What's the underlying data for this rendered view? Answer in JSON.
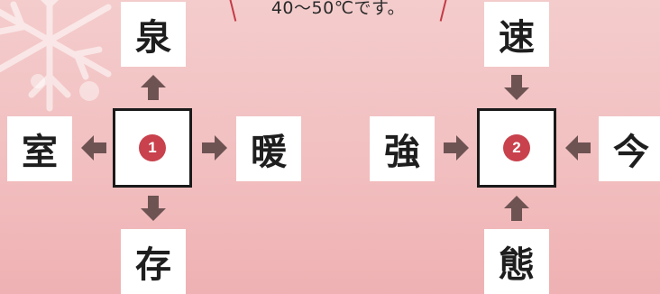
{
  "hint_text": "40〜50℃です。",
  "colors": {
    "tile_text": "#1e1e1e",
    "arrow": "#6e5353",
    "badge": "#c8414c",
    "hint_line": "#c23b46"
  },
  "puzzles": [
    {
      "number": "1",
      "top": "泉",
      "left": "室",
      "right": "暖",
      "bottom": "存",
      "arrows": {
        "top": "arrow-up",
        "left": "arrow-left",
        "right": "arrow-right",
        "bottom": "arrow-down"
      }
    },
    {
      "number": "2",
      "top": "速",
      "left": "強",
      "right": "今",
      "bottom": "態",
      "arrows": {
        "top": "arrow-down",
        "left": "arrow-right",
        "right": "arrow-left",
        "bottom": "arrow-up"
      }
    }
  ]
}
